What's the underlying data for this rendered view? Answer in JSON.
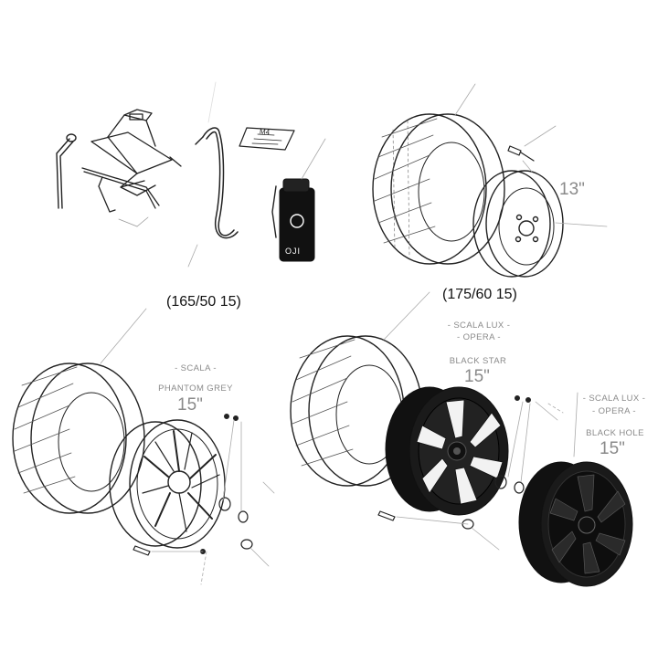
{
  "tire_sizes": {
    "left": "(165/50 15)",
    "right": "(175/60 15)"
  },
  "steel_wheel": {
    "size": "13\""
  },
  "kit": {
    "plate_text": "M4",
    "canister_text": "OJI"
  },
  "scala": {
    "line1": "- SCALA -",
    "line2": "PHANTOM GREY",
    "size": "15\""
  },
  "black_star": {
    "line1": "- SCALA LUX -",
    "line2": "- OPERA -",
    "line3": "BLACK STAR",
    "size": "15\""
  },
  "black_hole": {
    "line1": "- SCALA LUX -",
    "line2": "- OPERA -",
    "line3": "BLACK HOLE",
    "size": "15\""
  }
}
